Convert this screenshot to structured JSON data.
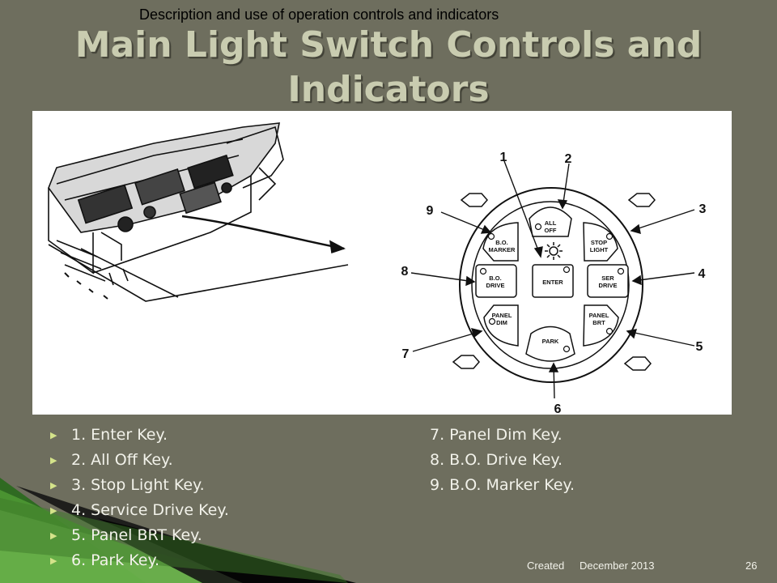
{
  "header": {
    "text": "Description and use of operation controls and indicators"
  },
  "title": {
    "line1": "Main Light Switch Controls and",
    "line2": "Indicators"
  },
  "diagram": {
    "key_labels": {
      "all_off": [
        "ALL",
        "OFF"
      ],
      "stop_light": [
        "STOP",
        "LIGHT"
      ],
      "ser_drive": [
        "SER",
        "DRIVE"
      ],
      "panel_brt": [
        "PANEL",
        "BRT"
      ],
      "park": [
        "PARK"
      ],
      "panel_dim": [
        "PANEL",
        "DIM"
      ],
      "bo_drive": [
        "B.O.",
        "DRIVE"
      ],
      "bo_marker": [
        "B.O.",
        "MARKER"
      ],
      "enter": [
        "ENTER"
      ]
    },
    "callouts": [
      "1",
      "2",
      "3",
      "4",
      "5",
      "6",
      "7",
      "8",
      "9"
    ]
  },
  "bullets_left": [
    "1. Enter Key.",
    "2. All Off Key.",
    "3. Stop Light Key.",
    "4. Service Drive Key.",
    "5. Panel BRT Key.",
    "6. Park Key."
  ],
  "bullets_right": [
    "7. Panel Dim Key.",
    "8. B.O. Drive Key.",
    "9. B.O. Marker Key."
  ],
  "bullet_marker_icon": "triangle-right-icon",
  "footer": {
    "created": "Created",
    "date": "December 2013",
    "page": "26"
  },
  "colors": {
    "background": "#6e6e5e",
    "title": "#c9ccb0",
    "accent_green": "#5aa83a",
    "bullet_marker": "#d4e38a"
  }
}
